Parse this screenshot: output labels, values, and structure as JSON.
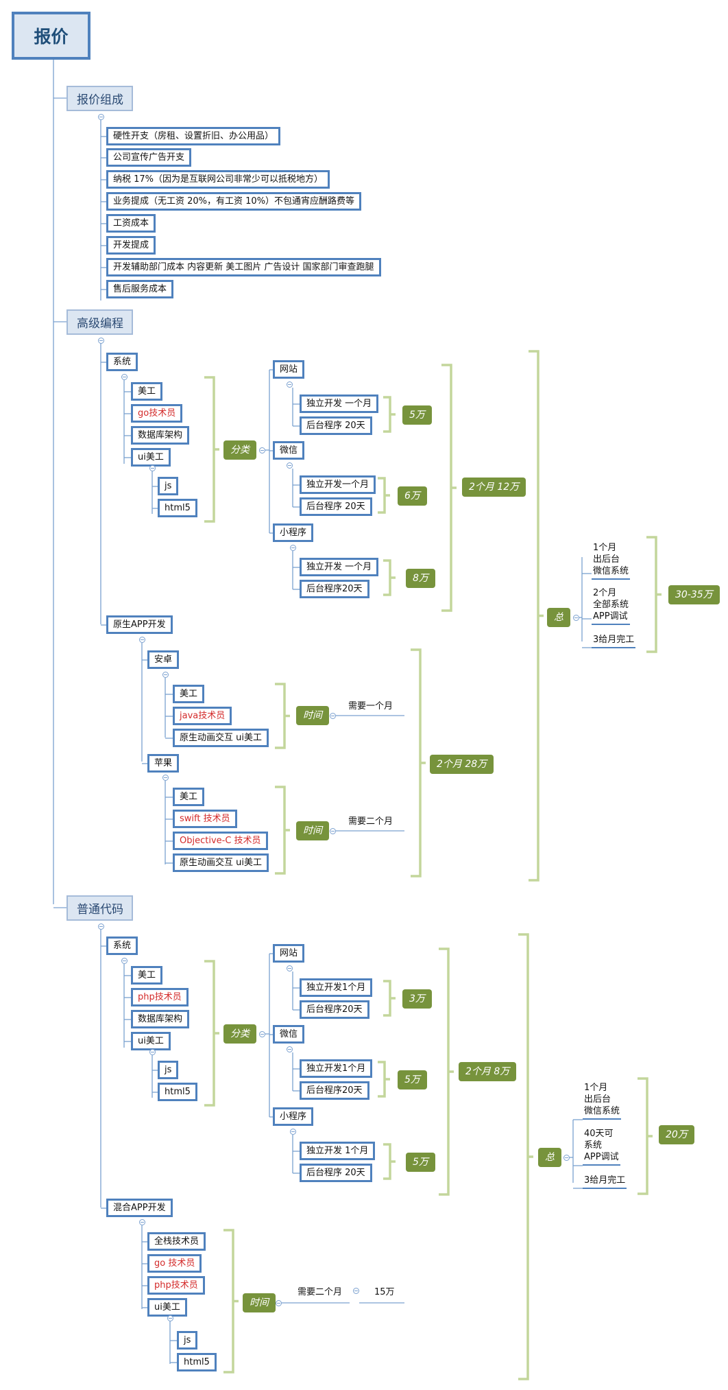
{
  "colors": {
    "node_border": "#4f81bd",
    "section_fill": "#dce6f2",
    "summary_fill": "#77933c",
    "bracket": "#c3d69b",
    "red_text": "#d32a2a",
    "line": "#7aa0cf"
  },
  "root": {
    "label": "报价"
  },
  "sections": {
    "composition": {
      "label": "报价组成",
      "items": [
        "硬性开支（房租、设置折旧、办公用品）",
        "公司宣传广告开支",
        "纳税 17%（因为是互联网公司非常少可以抵税地方）",
        "业务提成（无工资 20%，有工资 10%）不包通宵应酬路费等",
        "工资成本",
        "开发提成",
        "开发辅助部门成本 内容更新 美工图片 广告设计 国家部门审查跑腿",
        "售后服务成本"
      ]
    },
    "advanced": {
      "label": "高级编程",
      "system": {
        "label": "系统",
        "roles": [
          "美工",
          "go技术员",
          "数据库架构",
          "ui美工"
        ],
        "ui_children": [
          "js",
          "html5"
        ],
        "category": "分类",
        "platforms": [
          {
            "name": "网站",
            "tasks": [
              "独立开发 一个月",
              "后台程序 20天"
            ],
            "price": "5万"
          },
          {
            "name": "微信",
            "tasks": [
              "独立开发一个月",
              "后台程序 20天"
            ],
            "price": "6万"
          },
          {
            "name": "小程序",
            "tasks": [
              "独立开发 一个月",
              "后台程序20天"
            ],
            "price": "8万"
          }
        ],
        "total": "2个月 12万"
      },
      "native": {
        "label": "原生APP开发",
        "android": {
          "label": "安卓",
          "roles": [
            "美工",
            "java技术员",
            "原生动画交互 ui美工"
          ],
          "time_label": "时间",
          "time": "需要一个月"
        },
        "apple": {
          "label": "苹果",
          "roles": [
            "美工",
            "swift 技术员",
            "Objective-C 技术员",
            "原生动画交互 ui美工"
          ],
          "time_label": "时间",
          "time": "需要二个月"
        },
        "total": "2个月  28万"
      },
      "summary": {
        "label": "总",
        "phases": [
          "1个月\n出后台\n微信系统",
          "2个月\n全部系统\nAPP调试",
          "3给月完工"
        ],
        "price": "30-35万"
      }
    },
    "normal": {
      "label": "普通代码",
      "system": {
        "label": "系统",
        "roles": [
          "美工",
          "php技术员",
          "数据库架构",
          "ui美工"
        ],
        "ui_children": [
          "js",
          "html5"
        ],
        "category": "分类",
        "platforms": [
          {
            "name": "网站",
            "tasks": [
              "独立开发1个月",
              "后台程序20天"
            ],
            "price": "3万"
          },
          {
            "name": "微信",
            "tasks": [
              "独立开发1个月",
              "后台程序20天"
            ],
            "price": "5万"
          },
          {
            "name": "小程序",
            "tasks": [
              "独立开发 1个月",
              "后台程序 20天"
            ],
            "price": "5万"
          }
        ],
        "total": "2个月 8万"
      },
      "hybrid": {
        "label": "混合APP开发",
        "roles": [
          "全栈技术员",
          "go 技术员",
          "php技术员",
          "ui美工"
        ],
        "ui_children": [
          "js",
          "html5"
        ],
        "time_label": "时间",
        "time": "需要二个月",
        "price": "15万"
      },
      "summary": {
        "label": "总",
        "phases": [
          "1个月\n出后台\n微信系统",
          "40天可\n系统\nAPP调试",
          "3给月完工"
        ],
        "price": "20万"
      }
    }
  }
}
